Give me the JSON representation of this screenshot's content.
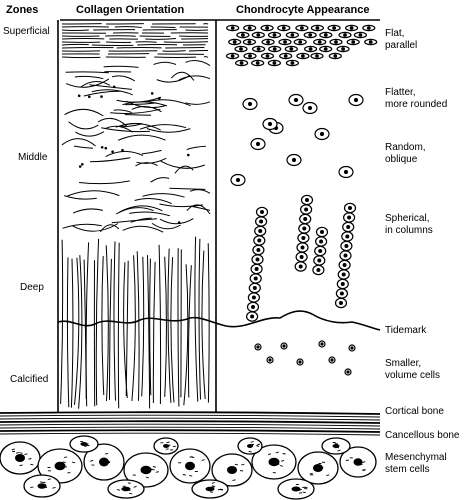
{
  "headers": {
    "zones": "Zones",
    "collagen": "Collagen Orientation",
    "chondrocyte": "Chondrocyte Appearance"
  },
  "zones": {
    "superficial": "Superficial",
    "middle": "Middle",
    "deep": "Deep",
    "calcified": "Calcified"
  },
  "cell_labels": {
    "flat": [
      "Flat,",
      "parallel"
    ],
    "flatter": [
      "Flatter,",
      "more rounded"
    ],
    "random": [
      "Random,",
      "oblique"
    ],
    "spherical": [
      "Spherical,",
      "in columns"
    ],
    "tidemark": "Tidemark",
    "smaller": [
      "Smaller,",
      "volume cells"
    ]
  },
  "bone_labels": {
    "cortical": "Cortical bone",
    "cancellous": "Cancellous bone",
    "mesenchymal": [
      "Mesenchymal",
      "stem cells"
    ]
  }
}
